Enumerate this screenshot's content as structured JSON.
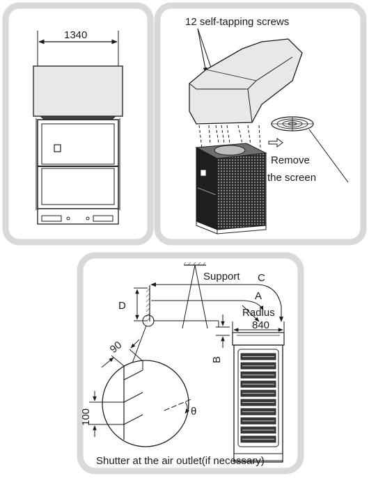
{
  "panel_left": {
    "dimension_label": "1340"
  },
  "panel_right": {
    "screws_label": "12 self-tapping screws",
    "remove_label_line1": "Remove",
    "remove_label_line2": "the screen"
  },
  "panel_bottom": {
    "support_label": "Support",
    "label_c": "C",
    "label_a": "A",
    "label_d": "D",
    "label_b": "B",
    "radius_label": "Radius",
    "radius_value": "840",
    "dim_90": "90",
    "dim_100": "100",
    "theta_label": "θ",
    "caption": "Shutter at the air outlet(if necessary)"
  },
  "colors": {
    "panel_border": "#d9d9d9",
    "ink": "#1a1a1a",
    "hood_fill": "#e8e8e8",
    "unit_fill": "#1e1e1e"
  }
}
